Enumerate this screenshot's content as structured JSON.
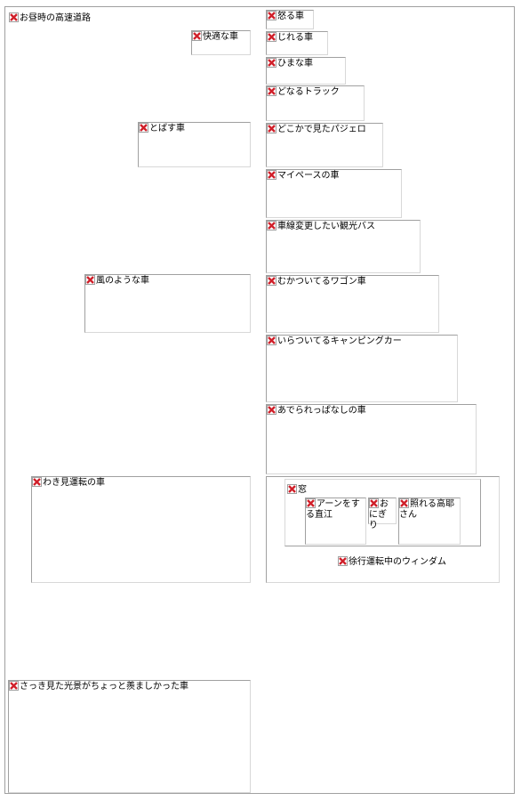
{
  "scene": {
    "title": "お昼時の高速道路",
    "icon": "broken-image-icon",
    "colors": {
      "icon_red": "#d0202a",
      "border": "#a0a0a0"
    }
  },
  "left_cars": [
    "快適な車",
    "とばす車",
    "風のような車",
    "わき見運転の車",
    "さっき見た光景がちょっと羨ましかった車"
  ],
  "right_cars": [
    "怒る車",
    "じれる車",
    "ひまな車",
    "どなるトラック",
    "どこかで見たパジェロ",
    "マイペースの車",
    "車線変更したい観光バス",
    "むかついてるワゴン車",
    "いらついてるキャンピングカー",
    "あでられっぱなしの車"
  ],
  "windom": {
    "caption": "徐行運転中のウィンダム",
    "window": {
      "label": "窓",
      "people": [
        "アーンをする直江",
        "おにぎり",
        "照れる高耶さん"
      ]
    }
  }
}
